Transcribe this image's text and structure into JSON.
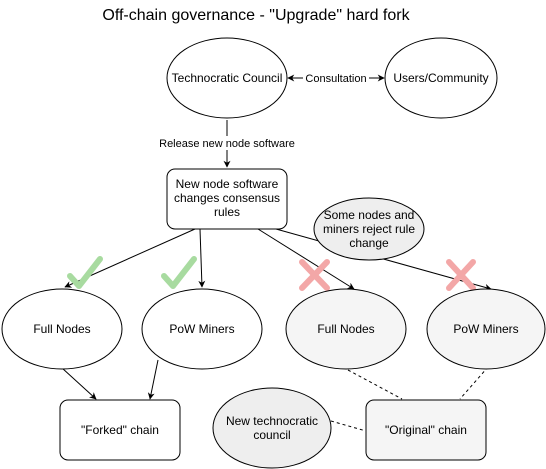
{
  "title": "Off-chain governance - \"Upgrade\" hard fork",
  "nodes": {
    "technocratic_council": "Technocratic Council",
    "users_community": "Users/Community",
    "new_software": [
      "New node software",
      "changes consensus",
      "rules"
    ],
    "reject_note": [
      "Some nodes and",
      "miners reject rule",
      "change"
    ],
    "full_nodes_accept": "Full Nodes",
    "pow_miners_accept": "PoW Miners",
    "full_nodes_reject": "Full Nodes",
    "pow_miners_reject": "PoW Miners",
    "forked_chain": "\"Forked\" chain",
    "original_chain": "\"Original\" chain",
    "new_council": [
      "New technocratic",
      "council"
    ]
  },
  "edges": {
    "consultation": "Consultation",
    "release": "Release new node software"
  },
  "marks": {
    "accept_icon": "check-mark-icon",
    "reject_icon": "x-mark-icon"
  },
  "colors": {
    "stroke": "#000000",
    "gray_fill": "#f5f5f5",
    "note_fill": "#eeeeee",
    "check": "#a8dba0",
    "cross": "#f3a7a7"
  }
}
